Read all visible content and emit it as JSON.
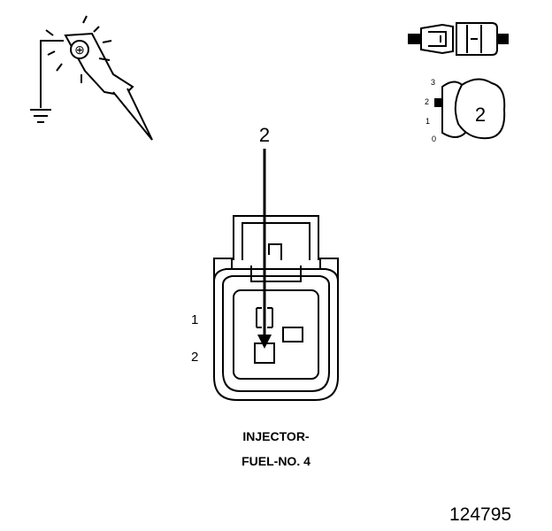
{
  "probe": {
    "glyph": "⊕"
  },
  "switch_detail": {
    "selected_position": "2",
    "scale": [
      "3",
      "2",
      "1",
      "0"
    ]
  },
  "pin_callout": "2",
  "connector": {
    "pin_labels": [
      "1",
      "2"
    ]
  },
  "caption": {
    "line1": "INJECTOR-",
    "line2": "FUEL-NO. 4"
  },
  "figure_number": "124795",
  "colors": {
    "ink": "#000000",
    "paper": "#ffffff"
  }
}
